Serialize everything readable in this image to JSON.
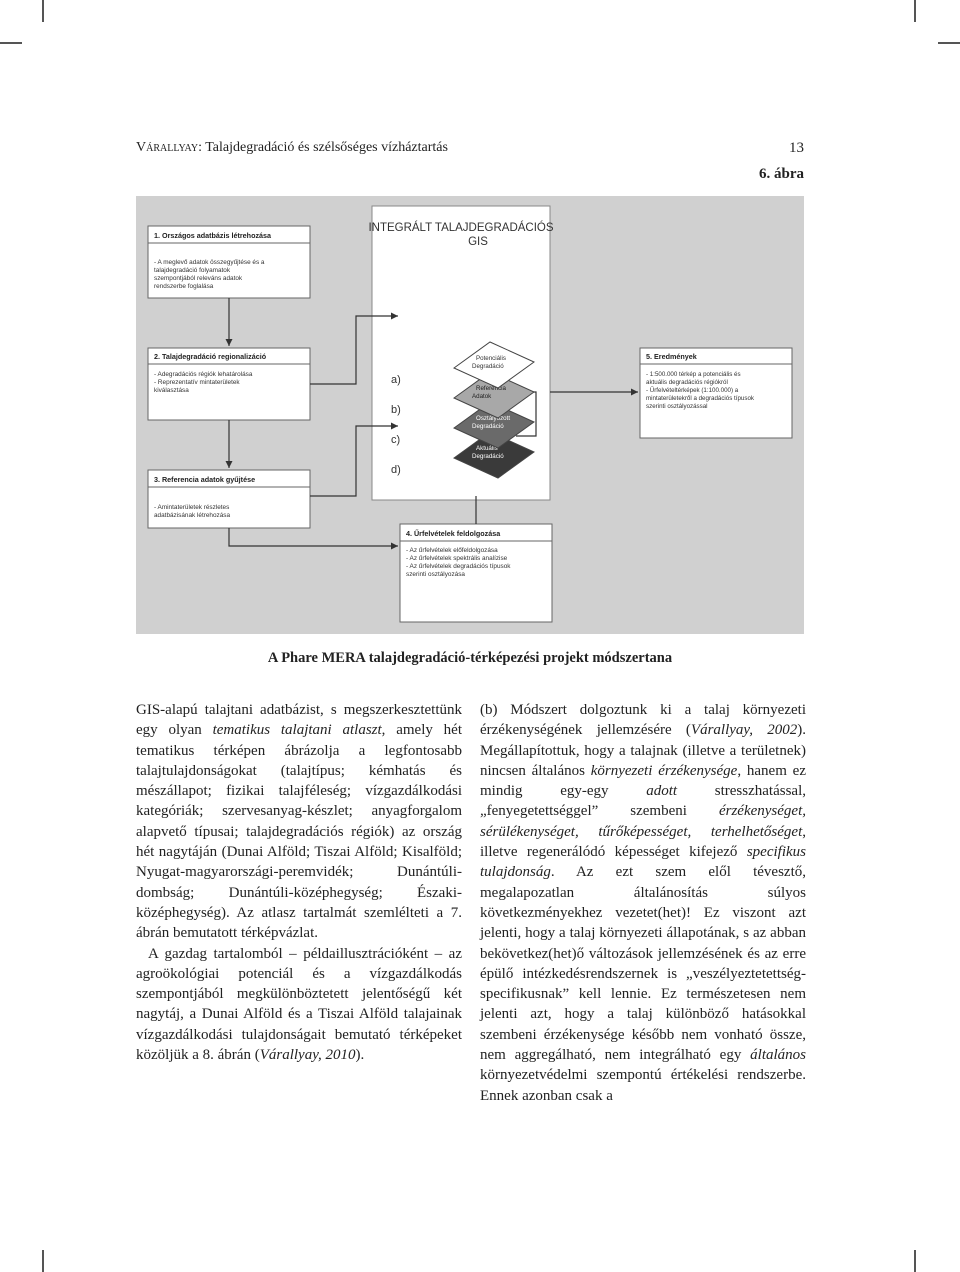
{
  "header": {
    "author": "Várallyay:",
    "title": "Talajdegradáció és szélsőséges vízháztartás",
    "page_number": "13"
  },
  "figure": {
    "number": "6. ábra",
    "main_title": "INTEGRÁLT TALAJDEGRADÁCIÓS",
    "main_title_2": "GIS",
    "box1": {
      "title": "1. Országos adatbázis létrehozása",
      "lines": [
        "- A meglevő adatok összegyűjtése és a",
        "talajdegradáció folyamatok",
        "szempontjából releváns adatok",
        "rendszerbe foglalása"
      ]
    },
    "box2": {
      "title": "2. Talajdegradáció regionalizáció",
      "lines": [
        "- Adegradációs régiók lehatárolása",
        "- Reprezentatív mintaterületek",
        "kiválasztása"
      ]
    },
    "box3": {
      "title": "3. Referencia adatok gyűjtése",
      "lines": [
        "- Amintaterületek részletes",
        "adatbázisának létrehozása"
      ]
    },
    "box4": {
      "title": "4. Űrfelvételek feldolgozása",
      "lines": [
        "- Az űrfelvételek előfeldolgozása",
        "- Az űrfelvételek spektrális analízise",
        "- Az űrfelvételek degradációs típusok",
        "szerinti osztályozása"
      ]
    },
    "box5": {
      "title": "5. Eredmények",
      "lines": [
        "- 1:500.000 térkép a potenciális és",
        "aktuális degradációs régiókról",
        "- Űrfelvételtérképek (1:100.000) a",
        "mintaterületekről a degradációs típusok",
        "szerinti osztályozással"
      ]
    },
    "layer_letters": [
      "a)",
      "b)",
      "c)",
      "d)"
    ],
    "layers": [
      {
        "l1": "Potenciális",
        "l2": "Degradáció",
        "fill": "#ffffff",
        "text_color": "#333333"
      },
      {
        "l1": "Referencia",
        "l2": "Adatok",
        "fill": "#a8a8a8",
        "text_color": "#222222"
      },
      {
        "l1": "Osztályozott",
        "l2": "Degradáció",
        "fill": "#6a6a6a",
        "text_color": "#ffffff"
      },
      {
        "l1": "Aktuális",
        "l2": "Degradáció",
        "fill": "#3a3a3a",
        "text_color": "#ffffff"
      }
    ]
  },
  "caption": "A Phare MERA talajdegradáció-térképezési projekt módszertana",
  "body": {
    "left_p1": [
      {
        "t": "GIS-alapú talajtani adatbázist, s megszerkesztettünk egy olyan "
      },
      {
        "t": "tematikus talajtani atlaszt",
        "i": true
      },
      {
        "t": ", amely hét tematikus térképen ábrázolja a legfontosabb talajtulajdonságokat (talajtípus; kémhatás és mészállapot; fizikai talajféleség; vízgazdálkodási kategóriák; szervesanyag-készlet; anyagforgalom alapvető típusai; talajdegradációs régiók) az ország hét nagytáján (Dunai Alföld; Tiszai Alföld; Kisalföld; Nyugat-magyarországi-peremvidék; Dunántúli-dombság; Dunántúli-középhegység; Északi-középhegység). Az atlasz tartalmát szemlélteti a 7. ábrán bemutatott térképvázlat."
      }
    ],
    "left_p2": [
      {
        "t": "A gazdag tartalomból – példaillusztrációként – az agroökológiai potenciál és a vízgazdálkodás szempontjából megkülönböztetett jelentőségű két nagytáj, a Dunai Alföld és a Tiszai Alföld talajainak vízgazdálkodási tulajdonságait bemutató térképeket közöljük a 8. ábrán ("
      },
      {
        "t": "Várallyay, 2010",
        "i": true
      },
      {
        "t": ")."
      }
    ],
    "right_p1": [
      {
        "t": "(b) Módszert dolgoztunk ki a talaj környezeti érzékenységének jellemzésére ("
      },
      {
        "t": "Várallyay, 2002",
        "i": true
      },
      {
        "t": "). Megállapítottuk, hogy a talajnak (illetve a területnek) nincsen általános "
      },
      {
        "t": "környezeti érzékenysége",
        "i": true
      },
      {
        "t": ", hanem ez mindig egy-egy "
      },
      {
        "t": "adott",
        "i": true
      },
      {
        "t": " stresszhatással, „fenyegetettséggel” szembeni "
      },
      {
        "t": "érzékenységet, sérülékenységet, tűrőképességet, terhelhetőséget",
        "i": true
      },
      {
        "t": ", illetve regenerálódó képességet kifejező "
      },
      {
        "t": "specifikus tulajdonság",
        "i": true
      },
      {
        "t": ". Az ezt szem elől tévesztő, megalapozatlan általánosítás súlyos következményekhez vezetet(het)! Ez viszont azt jelenti, hogy a talaj környezeti állapotának, s az abban bekövetkez(het)ő változások jellemzésének és az erre épülő intézkedésrendszernek is „veszélyeztetettség-specifikusnak” kell lennie. Ez természetesen nem jelenti azt, hogy a talaj különböző hatásokkal szembeni érzékenysége később nem vonható össze, nem aggregálható, nem integrálható egy "
      },
      {
        "t": "általános",
        "i": true
      },
      {
        "t": " környezetvédelmi szempontú értékelési rendszerbe. Ennek azonban csak a"
      }
    ]
  }
}
